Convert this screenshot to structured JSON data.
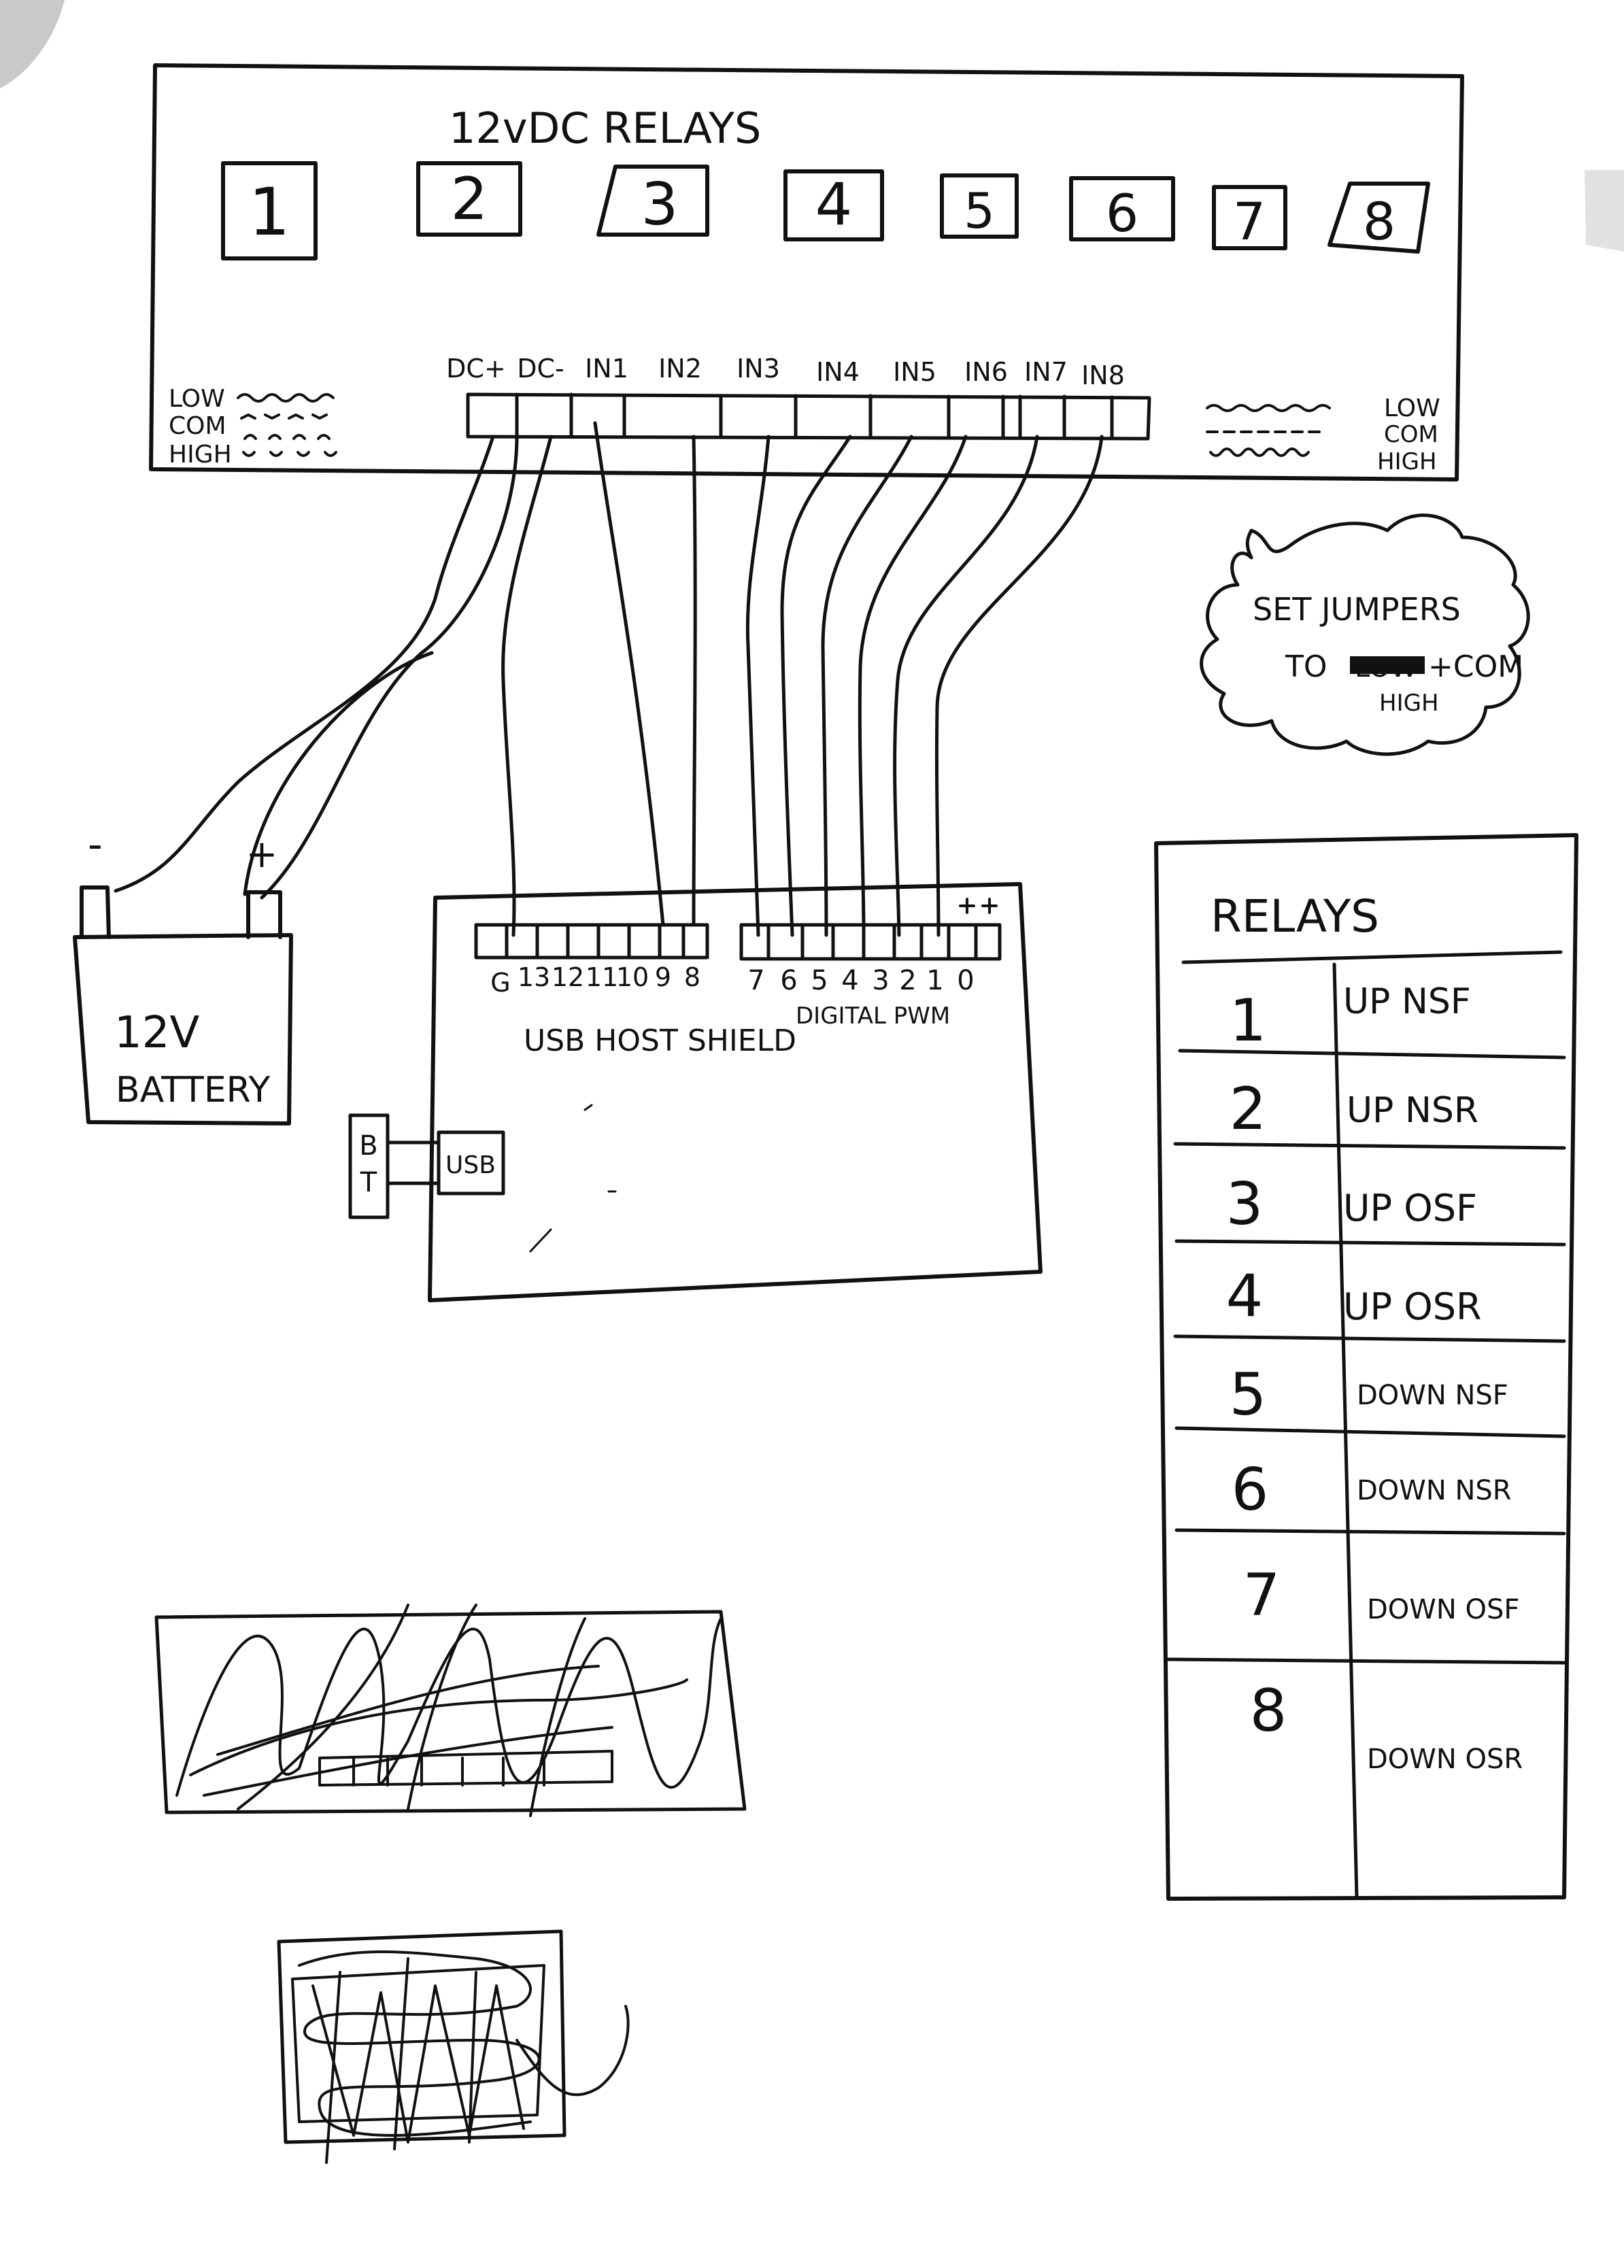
{
  "relay_board": {
    "title": "12vDC RELAYS",
    "relay_numbers": [
      "1",
      "2",
      "3",
      "4",
      "5",
      "6",
      "7",
      "8"
    ],
    "terminals": [
      "DC+",
      "DC-",
      "IN1",
      "IN2",
      "IN3",
      "IN4",
      "IN5",
      "IN6",
      "IN7",
      "IN8"
    ],
    "jumper_labels_left": [
      "LOW",
      "COM",
      "HIGH"
    ],
    "jumper_labels_right": [
      "LOW",
      "COM",
      "HIGH"
    ]
  },
  "note": {
    "line1": "SET JUMPERS",
    "line2_prefix": "TO",
    "line2_struck": "LOW",
    "line2_suffix": "+COM",
    "line3": "HIGH"
  },
  "battery": {
    "label_line1": "12V",
    "label_line2": "BATTERY",
    "minus": "-",
    "plus": "+"
  },
  "shield": {
    "title": "USB HOST SHIELD",
    "pins_left": [
      "G",
      "13",
      "12",
      "11",
      "10",
      "9",
      "8"
    ],
    "pins_right": [
      "7",
      "6",
      "5",
      "4",
      "3",
      "2",
      "1",
      "0"
    ],
    "digital_label": "DIGITAL PWM",
    "usb_label": "USB",
    "bt_label_line1": "B",
    "bt_label_line2": "T"
  },
  "relay_table": {
    "title": "RELAYS",
    "rows": [
      {
        "num": "1",
        "fn": "UP NSF"
      },
      {
        "num": "2",
        "fn": "UP NSR"
      },
      {
        "num": "3",
        "fn": "UP OSF"
      },
      {
        "num": "4",
        "fn": "UP OSR"
      },
      {
        "num": "5",
        "fn": "DOWN NSF"
      },
      {
        "num": "6",
        "fn": "DOWN NSR"
      },
      {
        "num": "7",
        "fn": "DOWN OSF"
      },
      {
        "num": "8",
        "fn": "DOWN OSR"
      }
    ]
  }
}
